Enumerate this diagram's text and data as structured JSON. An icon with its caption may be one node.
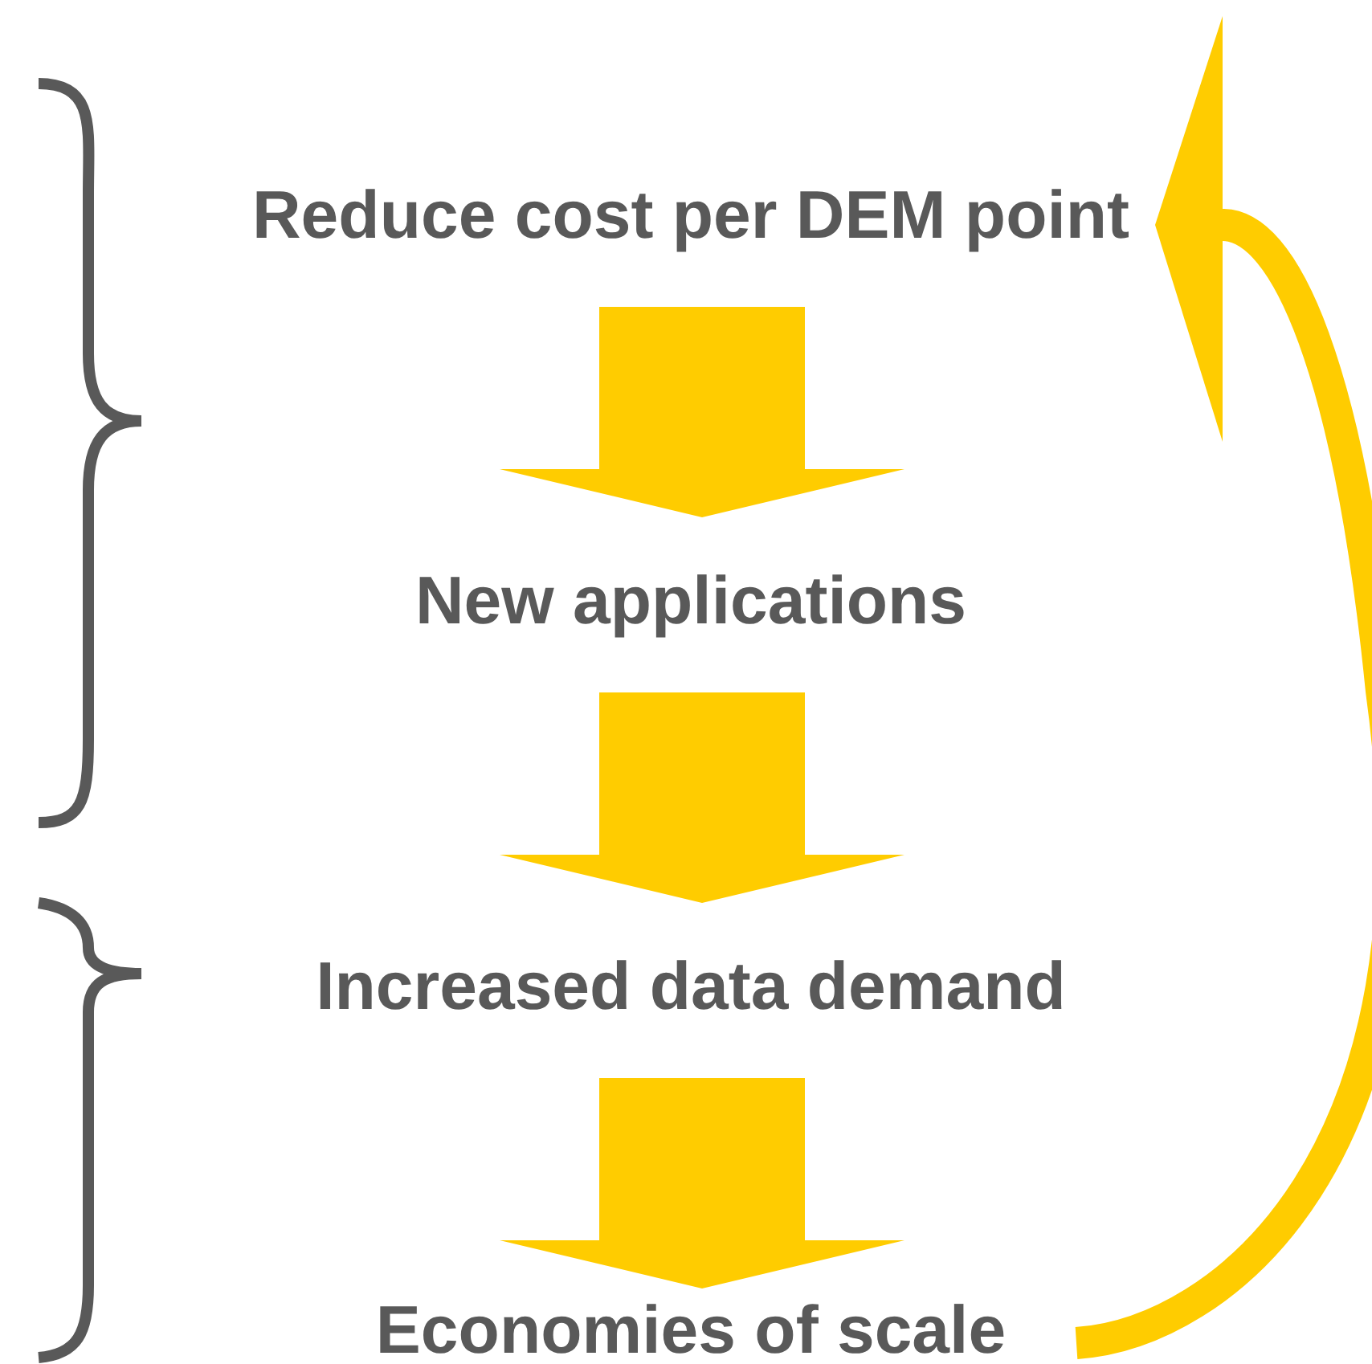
{
  "diagram": {
    "nodes": [
      {
        "text": [
          "Reduce cost per DEM point"
        ]
      },
      {
        "text": [
          "New applications"
        ]
      },
      {
        "text": [
          "Increased data demand"
        ]
      },
      {
        "text": [
          "Economies of scale"
        ]
      }
    ],
    "edges": [
      {
        "from": 0,
        "to": 1,
        "arrow": "to"
      },
      {
        "from": 1,
        "to": 2,
        "arrow": "to"
      },
      {
        "from": 2,
        "to": 3,
        "arrow": "to"
      },
      {
        "from": 3,
        "to": 0,
        "arrow": "to"
      }
    ]
  }
}
